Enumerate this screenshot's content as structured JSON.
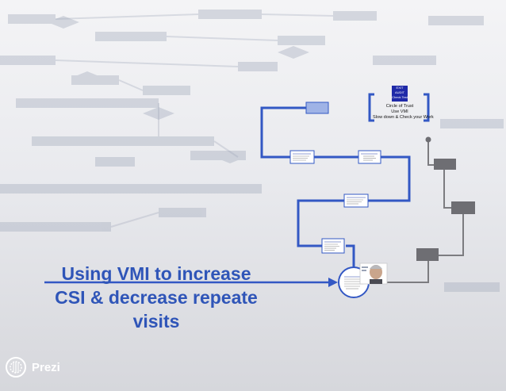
{
  "presentation": {
    "title_lines": [
      "Using VMI to increase",
      "CSI & decrease repeate",
      "visits"
    ]
  },
  "focus_frame": {
    "logo_lines": [
      "EXIT",
      "AUDIT",
      "Check Test"
    ],
    "lines": [
      "Circle of Trust",
      "Use VMI",
      "Slow down & Check your Work"
    ]
  },
  "branding": {
    "logo_text": "Prezi"
  },
  "colors": {
    "path_blue": "#3358c4",
    "title_blue": "#2f55b8",
    "node_fill": "#9fb3e6",
    "gray_box": "#6e6e73",
    "gray_line": "#7c7c80"
  }
}
